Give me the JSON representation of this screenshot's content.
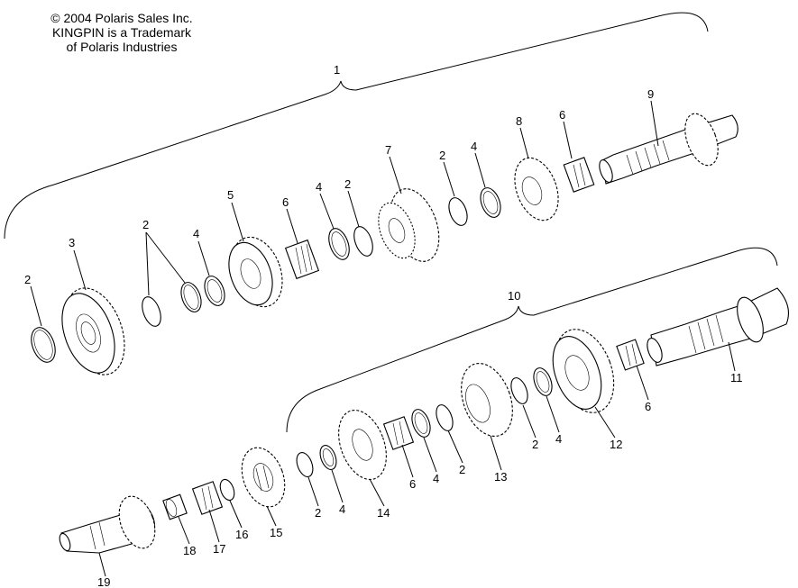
{
  "copyright": {
    "line1": "© 2004 Polaris Sales Inc.",
    "line2": "KINGPIN is a Trademark",
    "line3": "of Polaris Industries"
  },
  "callouts": {
    "c1": "1",
    "c2a": "2",
    "c3": "3",
    "c2b": "2",
    "c4a": "4",
    "c5": "5",
    "c6a": "6",
    "c4b": "4",
    "c2c": "2",
    "c7": "7",
    "c2d": "2",
    "c4c": "4",
    "c8": "8",
    "c6b": "6",
    "c9": "9",
    "c10": "10",
    "c11": "11",
    "c6c": "6",
    "c12": "12",
    "c4d": "4",
    "c2e": "2",
    "c13": "13",
    "c2f": "2",
    "c4e": "4",
    "c6d": "6",
    "c14": "14",
    "c4f": "4",
    "c2g": "2",
    "c15": "15",
    "c16": "16",
    "c17": "17",
    "c18": "18",
    "c19": "19"
  }
}
